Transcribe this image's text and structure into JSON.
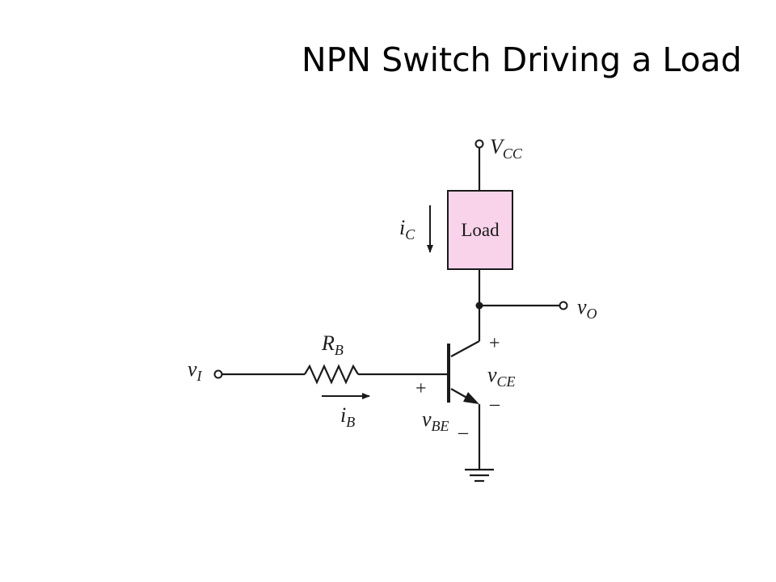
{
  "title": "NPN Switch Driving a Load",
  "colors": {
    "load_fill": "#f8d3ea",
    "wire": "#1a1a1a"
  },
  "labels": {
    "vcc_main": "V",
    "vcc_sub": "CC",
    "load": "Load",
    "ic_main": "i",
    "ic_sub": "C",
    "vo_main": "v",
    "vo_sub": "O",
    "rb_main": "R",
    "rb_sub": "B",
    "vi_main": "v",
    "vi_sub": "I",
    "ib_main": "i",
    "ib_sub": "B",
    "vce_main": "v",
    "vce_sub": "CE",
    "vbe_main": "v",
    "vbe_sub": "BE",
    "plus": "+",
    "minus": "–"
  }
}
